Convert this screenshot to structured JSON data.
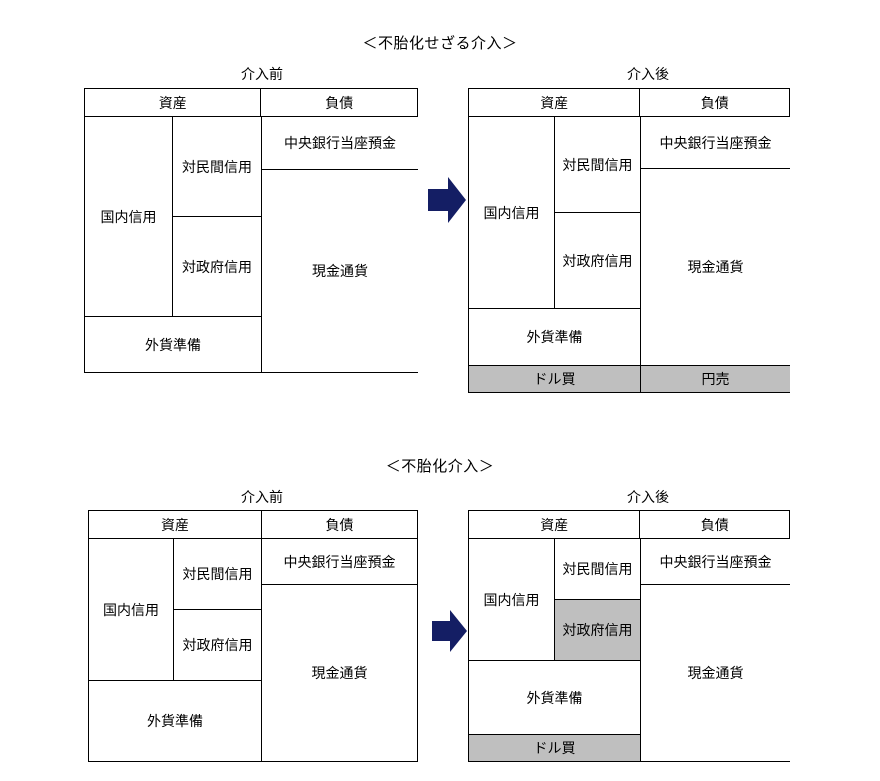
{
  "colors": {
    "arrow": "#141E64",
    "highlight_gray": "#BFBFBF",
    "border": "#000000",
    "text": "#000000",
    "background": "#FFFFFF"
  },
  "labels": {
    "assets": "資産",
    "liabilities": "負債",
    "domestic_credit": "国内信用",
    "credit_to_private": "対民間信用",
    "credit_to_government": "対政府信用",
    "foreign_reserves": "外貨準備",
    "central_bank_deposits": "中央銀行当座預金",
    "cash_currency": "現金通貨",
    "dollar_buy": "ドル買",
    "yen_sell": "円売",
    "before": "介入前",
    "after": "介入後"
  },
  "diagrams": [
    {
      "title": "＜不胎化せざる介入＞",
      "before": {
        "caption": "介入前",
        "assets": [
          {
            "label": "国内信用",
            "sub": [
              "対民間信用",
              "対政府信用"
            ],
            "highlight": [
              false,
              false
            ]
          },
          {
            "label": "外貨準備",
            "sub": [],
            "highlight": []
          }
        ],
        "liabilities": [
          "中央銀行当座預金",
          "現金通貨"
        ],
        "extra_assets_row": null,
        "extra_liabilities_row": null
      },
      "after": {
        "caption": "介入後",
        "assets": [
          {
            "label": "国内信用",
            "sub": [
              "対民間信用",
              "対政府信用"
            ],
            "highlight": [
              false,
              false
            ]
          },
          {
            "label": "外貨準備",
            "sub": [],
            "highlight": []
          }
        ],
        "liabilities": [
          "中央銀行当座預金",
          "現金通貨"
        ],
        "extra_assets_row": "ドル買",
        "extra_liabilities_row": "円売"
      }
    },
    {
      "title": "＜不胎化介入＞",
      "before": {
        "caption": "介入前",
        "assets": [
          {
            "label": "国内信用",
            "sub": [
              "対民間信用",
              "対政府信用"
            ],
            "highlight": [
              false,
              false
            ]
          },
          {
            "label": "外貨準備",
            "sub": [],
            "highlight": []
          }
        ],
        "liabilities": [
          "中央銀行当座預金",
          "現金通貨"
        ],
        "extra_assets_row": null,
        "extra_liabilities_row": null
      },
      "after": {
        "caption": "介入後",
        "assets": [
          {
            "label": "国内信用",
            "sub": [
              "対民間信用",
              "対政府信用"
            ],
            "highlight": [
              false,
              true
            ]
          },
          {
            "label": "外貨準備",
            "sub": [],
            "highlight": []
          }
        ],
        "liabilities": [
          "中央銀行当座預金",
          "現金通貨"
        ],
        "extra_assets_row": "ドル買",
        "extra_liabilities_row": null
      }
    }
  ]
}
